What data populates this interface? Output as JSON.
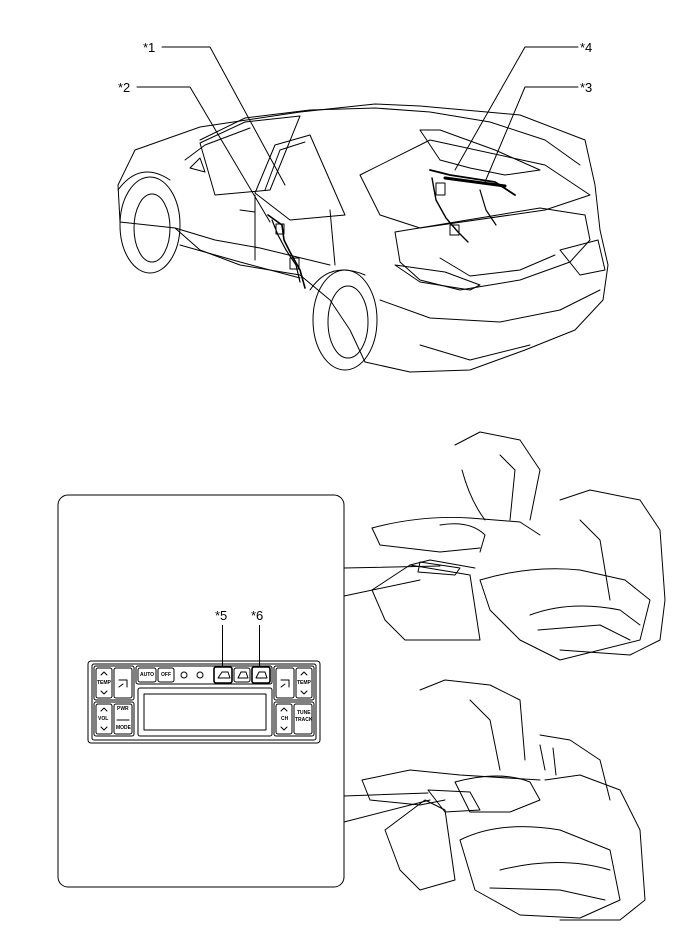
{
  "callouts": {
    "c1": "*1",
    "c2": "*2",
    "c3": "*3",
    "c4": "*4",
    "c5": "*5",
    "c6": "*6"
  },
  "panel": {
    "auto": "AUTO",
    "off": "OFF",
    "temp_left": "TEMP",
    "temp_right": "TEMP",
    "vol": "VOL",
    "pwr": "PWR",
    "mode": "MODE",
    "ch": "CH",
    "tune": "TUNE",
    "track": "TRACK"
  },
  "colors": {
    "line": "#000000",
    "bg": "#ffffff"
  }
}
